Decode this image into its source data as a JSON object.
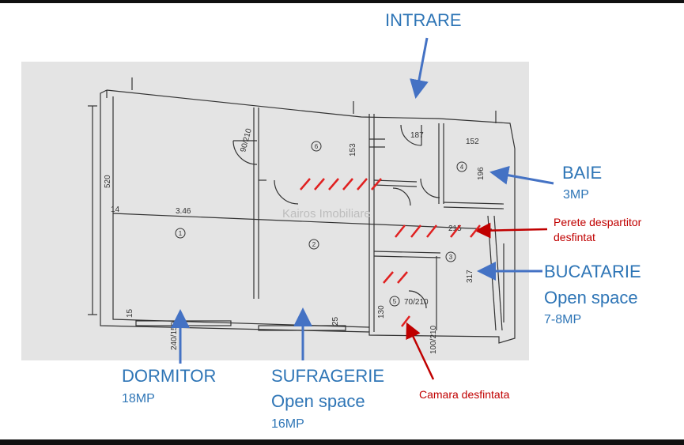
{
  "labels": {
    "intrare": "INTRARE",
    "baie": "BAIE",
    "baie_area": "3MP",
    "perete": "Perete despartitor",
    "perete2": "desfintat",
    "bucatarie": "BUCATARIE",
    "bucatarie_sub": "Open space",
    "bucatarie_area": "7-8MP",
    "dormitor": "DORMITOR",
    "dormitor_area": "18MP",
    "sufragerie": "SUFRAGERIE",
    "sufragerie_sub": "Open space",
    "sufragerie_area": "16MP",
    "camara": "Camara desfintata"
  },
  "watermark": "Kairos Imobiliare",
  "plan_text": {
    "room1": "1",
    "room2": "2",
    "room3": "3",
    "room4": "4",
    "room5": "5",
    "room6": "6",
    "dim_520": "520",
    "dim_346": "3.46",
    "dim_215": "215",
    "dim_317": "317",
    "dim_152": "152",
    "dim_187": "187",
    "dim_196": "196",
    "dim_153": "153",
    "dim_130": "130",
    "dim_14": "14",
    "dim_25": "25",
    "dim_15": "15",
    "door_90_210": "90/210",
    "door_70_210": "70/210",
    "dim_240_150": "240/150",
    "dim_100_210": "100/210"
  },
  "colors": {
    "label_blue": "#2e75b6",
    "annot_red": "#c00000",
    "plan_gray": "#e4e4e4"
  }
}
